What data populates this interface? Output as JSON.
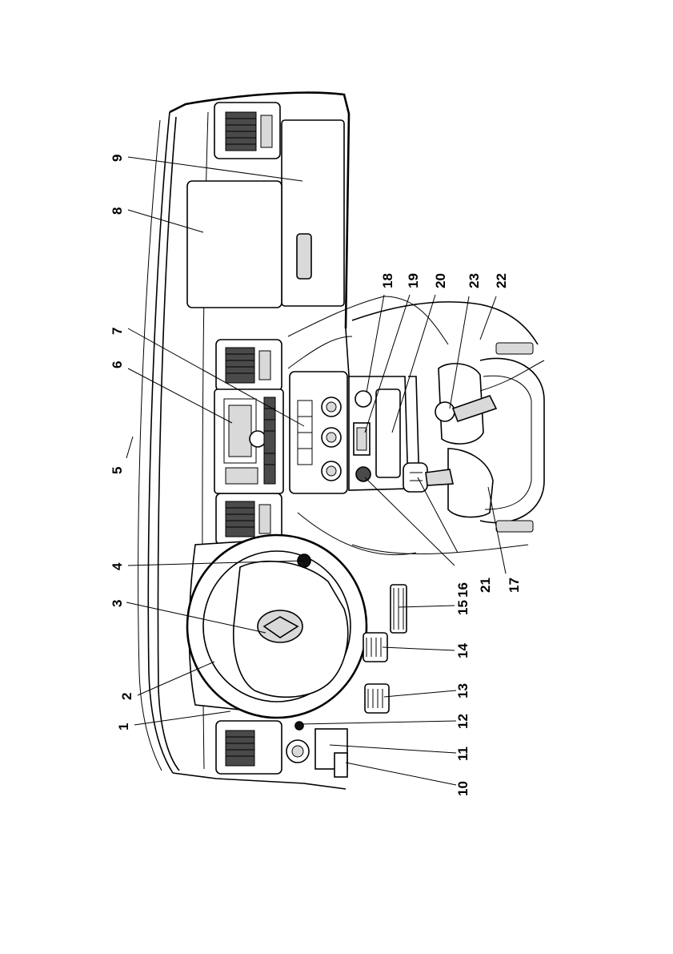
{
  "callouts": [
    {
      "id": "1",
      "label": "1"
    },
    {
      "id": "2",
      "label": "2"
    },
    {
      "id": "3",
      "label": "3"
    },
    {
      "id": "4",
      "label": "4"
    },
    {
      "id": "5",
      "label": "5"
    },
    {
      "id": "6",
      "label": "6"
    },
    {
      "id": "7",
      "label": "7"
    },
    {
      "id": "8",
      "label": "8"
    },
    {
      "id": "9",
      "label": "9"
    },
    {
      "id": "10",
      "label": "10"
    },
    {
      "id": "11",
      "label": "11"
    },
    {
      "id": "12",
      "label": "12"
    },
    {
      "id": "13",
      "label": "13"
    },
    {
      "id": "14",
      "label": "14"
    },
    {
      "id": "15",
      "label": "15"
    },
    {
      "id": "16",
      "label": "16"
    },
    {
      "id": "17",
      "label": "17"
    },
    {
      "id": "18",
      "label": "18"
    },
    {
      "id": "19",
      "label": "19"
    },
    {
      "id": "20",
      "label": "20"
    },
    {
      "id": "21",
      "label": "21"
    },
    {
      "id": "22",
      "label": "22"
    },
    {
      "id": "23",
      "label": "23"
    }
  ],
  "colors": {
    "line": "#000000",
    "background": "#ffffff",
    "shade": "#d9d9d9"
  }
}
